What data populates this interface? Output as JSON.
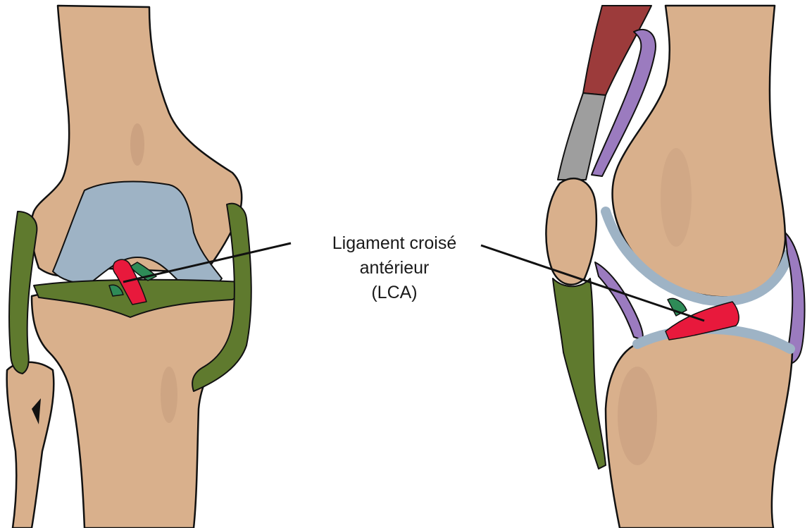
{
  "annotation": {
    "label_lines": [
      "Ligament croisé",
      "antérieur",
      "(LCA)"
    ]
  },
  "views": [
    {
      "name": "front-view"
    },
    {
      "name": "side-view"
    }
  ],
  "palette": {
    "bone": "#d9b08c",
    "bone_shadow": "#c39a7a",
    "cartilage": "#9eb3c5",
    "lateral_ligament": "#5f7a2e",
    "acl": "#e8193c",
    "pcl": "#2e8b57",
    "muscle": "#9c3b3b",
    "tendon": "#9e9e9e",
    "capsule": "#9b7bbf",
    "outline": "#111111",
    "pointer": "#111111"
  }
}
